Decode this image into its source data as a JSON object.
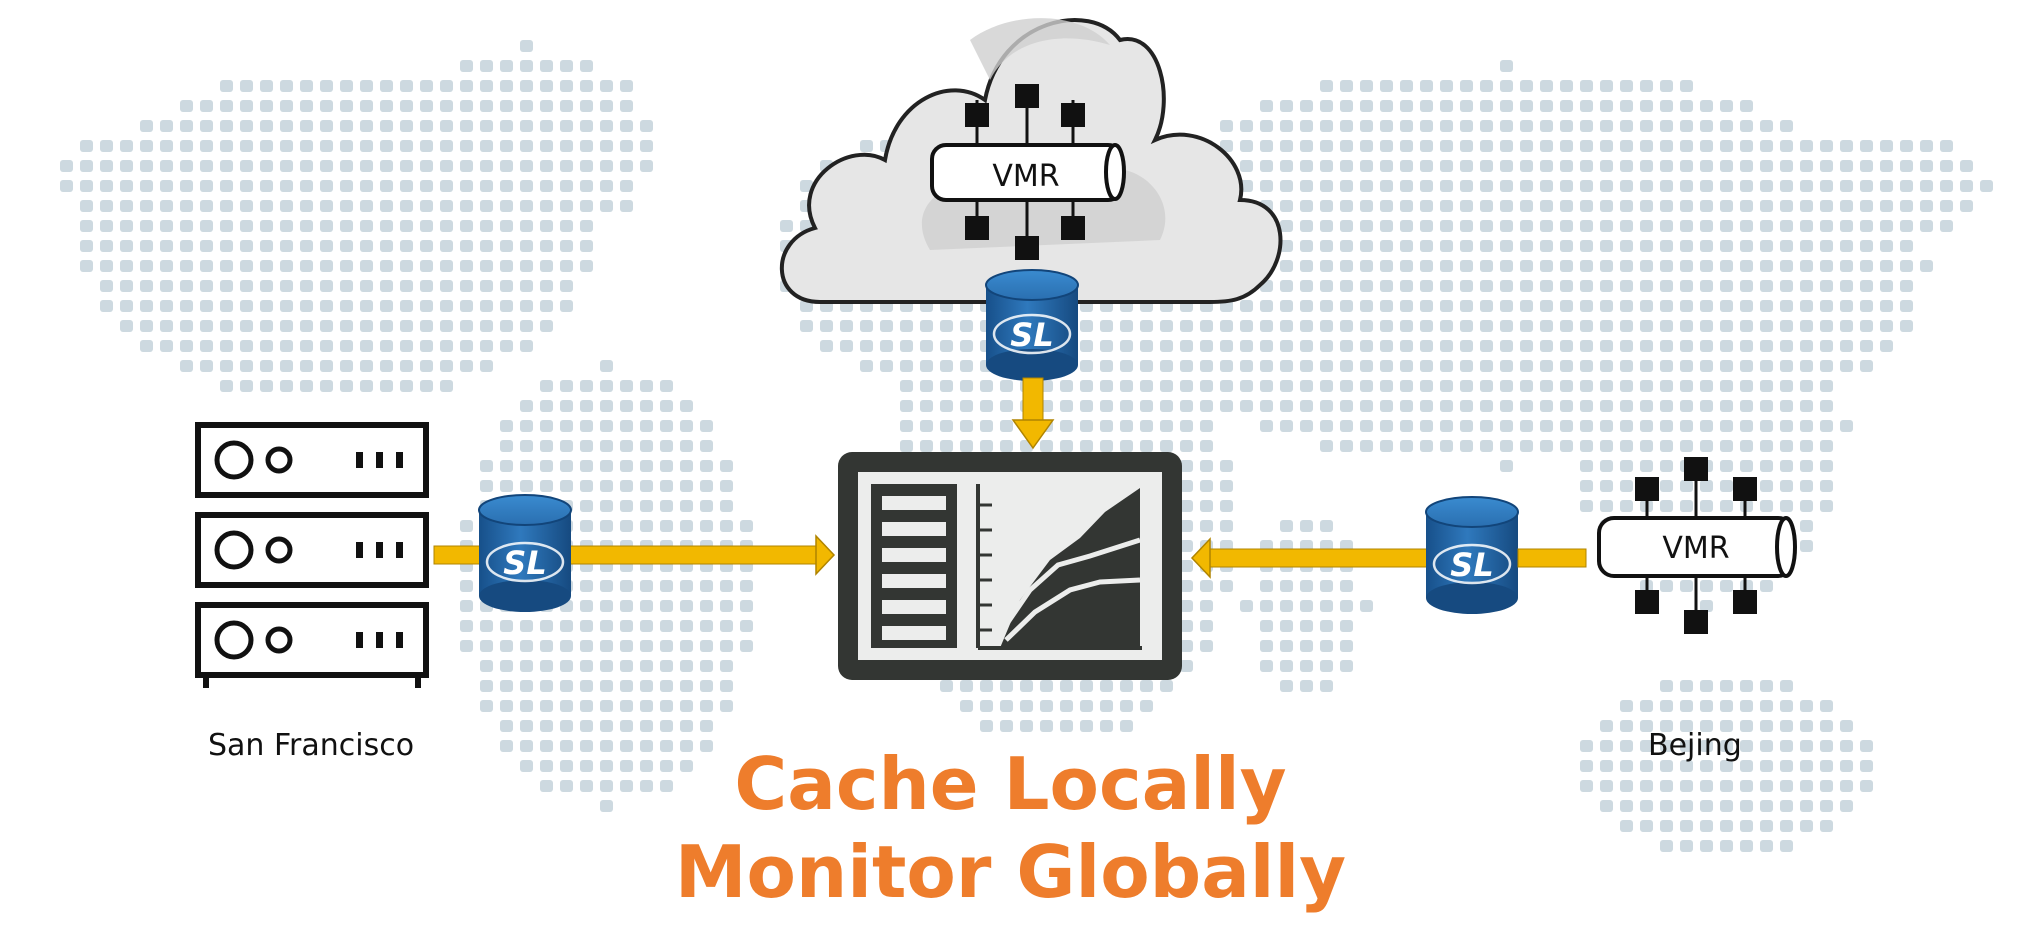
{
  "headline": {
    "line1": "Cache Locally",
    "line2": "Monitor Globally"
  },
  "locations": {
    "left": "San Francisco",
    "right": "Bejing"
  },
  "nodes": {
    "cloud_broker_label": "VMR",
    "right_broker_label": "VMR",
    "cache_logo_text": "SL"
  },
  "icons": [
    "world-map",
    "cloud-icon",
    "server-rack-icon",
    "database-cache-icon",
    "message-router-icon",
    "dashboard-monitor-icon"
  ],
  "colors": {
    "headline": "#ee7d2c",
    "arrow": "#f2b800",
    "cache_blue": "#1f5f9e",
    "map_dots": "#cdd9e0",
    "dashboard": "#333633"
  }
}
